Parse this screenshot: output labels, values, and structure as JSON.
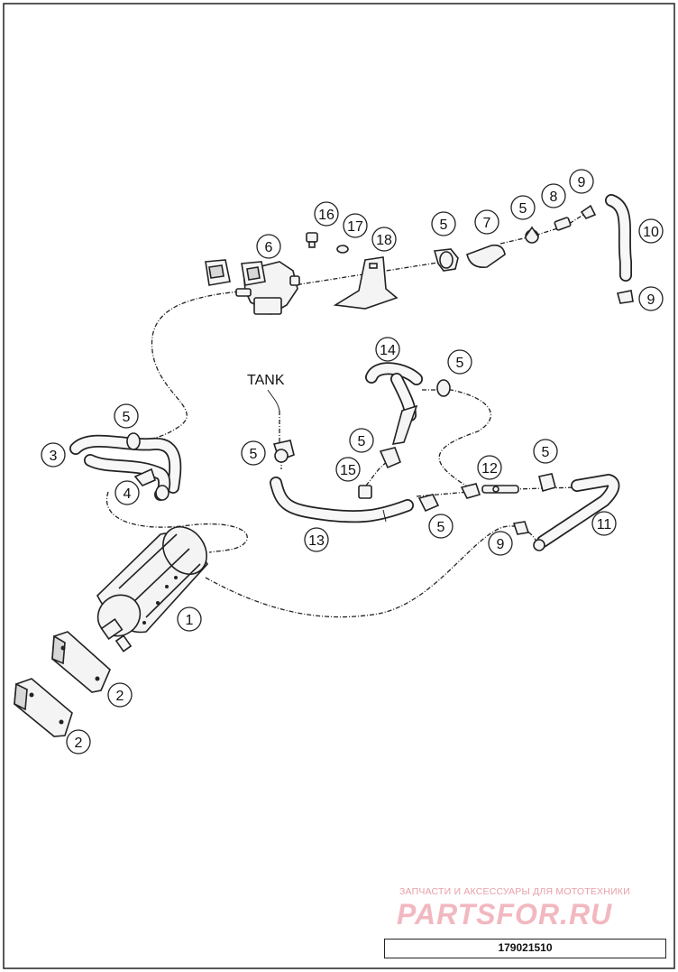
{
  "diagram": {
    "tank_label": "TANK",
    "callouts": [
      "16",
      "17",
      "18",
      "6",
      "5",
      "7",
      "5",
      "8",
      "9",
      "10",
      "9",
      "14",
      "5",
      "5",
      "5",
      "15",
      "12",
      "5",
      "3",
      "5",
      "4",
      "13",
      "5",
      "11",
      "9",
      "1",
      "2",
      "2"
    ]
  },
  "watermark": {
    "caption": "ЗАПЧАСТИ И АКСЕССУАРЫ ДЛЯ МОТОТЕХНИКИ",
    "logo": "PARTSFOR.RU"
  },
  "drawing_code": "179021510"
}
